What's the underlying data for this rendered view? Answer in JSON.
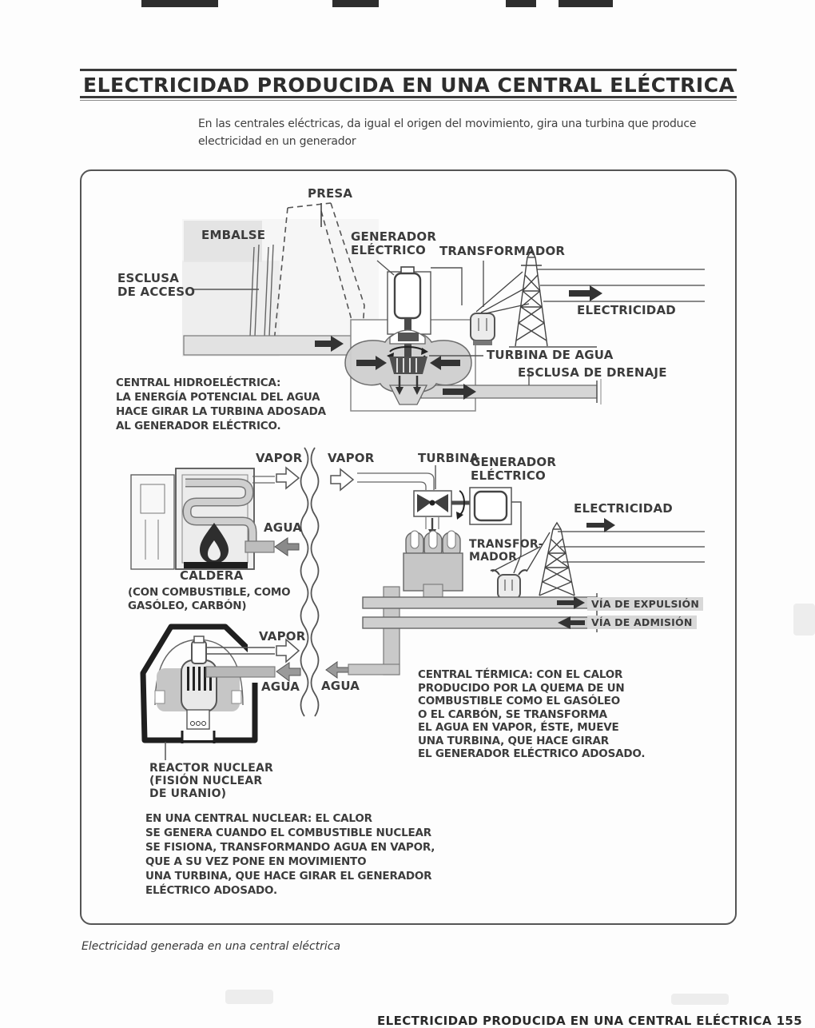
{
  "page": {
    "title": "ELECTRICIDAD PRODUCIDA EN UNA CENTRAL ELÉCTRICA",
    "intro": "En las centrales eléctricas, da igual el origen del movimiento, gira una turbina que produce\nelectricidad en un generador",
    "figure_caption": "Electricidad generada en una central eléctrica",
    "footer": "ELECTRICIDAD PRODUCIDA EN UNA CENTRAL ELÉCTRICA    155"
  },
  "hydro": {
    "presa": "PRESA",
    "embalse": "EMBALSE",
    "esclusa_acceso": "ESCLUSA\nDE ACCESO",
    "generador": "GENERADOR\nELÉCTRICO",
    "transformador": "TRANSFORMADOR",
    "electricidad": "ELECTRICIDAD",
    "turbina_agua": "TURBINA DE AGUA",
    "esclusa_drenaje": "ESCLUSA DE DRENAJE",
    "caption": "CENTRAL HIDROELÉCTRICA:\nLA ENERGÍA POTENCIAL DEL AGUA\nHACE GIRAR LA TURBINA ADOSADA\nAL GENERADOR ELÉCTRICO."
  },
  "termica": {
    "vapor_izq": "VAPOR",
    "vapor_der": "VAPOR",
    "agua": "AGUA",
    "caldera": "CALDERA",
    "caldera_nota": "(CON COMBUSTIBLE, COMO\nGASÓLEO, CARBÓN)",
    "turbina": "TURBINA",
    "generador": "GENERADOR\nELÉCTRICO",
    "electricidad": "ELECTRICIDAD",
    "transformador": "TRANSFOR-\nMADOR",
    "via_expulsion": "VÍA DE EXPULSIÓN",
    "via_admision": "VÍA DE ADMISIÓN",
    "caption": "CENTRAL TÉRMICA: CON EL CALOR\nPRODUCIDO POR LA QUEMA DE UN\nCOMBUSTIBLE COMO EL GASÓLEO\nO EL CARBÓN, SE TRANSFORMA\nEL AGUA EN VAPOR, ÉSTE, MUEVE\nUNA TURBINA, QUE HACE GIRAR\nEL GENERADOR ELÉCTRICO ADOSADO."
  },
  "nuclear": {
    "vapor": "VAPOR",
    "agua_izq": "AGUA",
    "agua_der": "AGUA",
    "reactor": "REACTOR NUCLEAR\n(FISIÓN NUCLEAR\nDE URANIO)",
    "caption": "EN UNA CENTRAL NUCLEAR: EL CALOR\nSE GENERA CUANDO EL COMBUSTIBLE NUCLEAR\nSE FISIONA, TRANSFORMANDO AGUA EN VAPOR,\nQUE A SU VEZ PONE EN MOVIMIENTO\nUNA TURBINA, QUE HACE GIRAR EL GENERADOR\nELÉCTRICO ADOSADO."
  },
  "colors": {
    "ink": "#3c3c3c",
    "line": "#555555",
    "pipe_gray": "#c9c9c9",
    "wash_gray": "#ececec",
    "label_highlight": "#d8d8d8",
    "reactor_outline": "#1f1f1f"
  }
}
